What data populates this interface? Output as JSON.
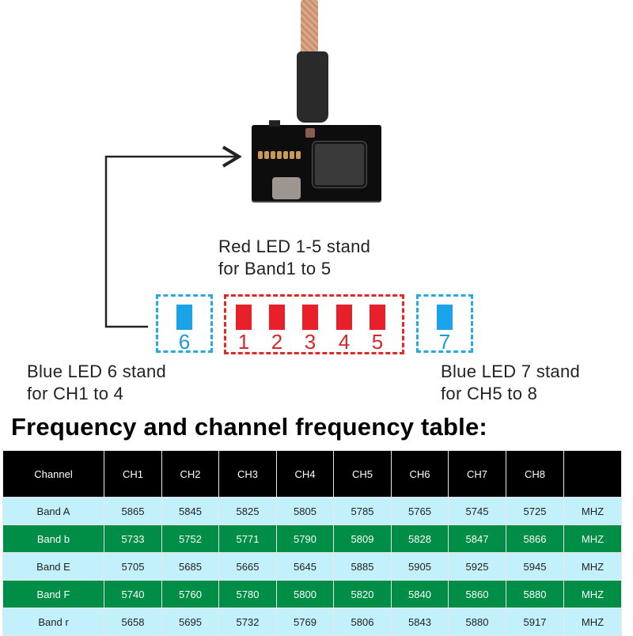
{
  "image": {
    "device": "FPV video transmitter module with antenna cable"
  },
  "colors": {
    "red_led": "#e8202a",
    "blue_led": "#1aa3e8",
    "table_header_bg": "#000000",
    "table_light_row": "#c2f0fb",
    "table_green_row": "#008d45"
  },
  "labels": {
    "red_leds": [
      "Red LED 1-5 stand",
      "for Band1 to 5"
    ],
    "blue_led6": [
      "Blue LED 6 stand",
      "for CH1 to 4"
    ],
    "blue_led7": [
      "Blue LED 7 stand",
      "for CH5 to 8"
    ]
  },
  "leds": {
    "blue_left": {
      "number": "6",
      "color": "blue"
    },
    "red": [
      {
        "number": "1"
      },
      {
        "number": "2"
      },
      {
        "number": "3"
      },
      {
        "number": "4"
      },
      {
        "number": "5"
      }
    ],
    "blue_right": {
      "number": "7",
      "color": "blue"
    }
  },
  "title": "Frequency and channel frequency table:",
  "table": {
    "headers": [
      "Channel",
      "CH1",
      "CH2",
      "CH3",
      "CH4",
      "CH5",
      "CH6",
      "CH7",
      "CH8",
      ""
    ],
    "rows": [
      {
        "style": "light",
        "cells": [
          "Band A",
          "5865",
          "5845",
          "5825",
          "5805",
          "5785",
          "5765",
          "5745",
          "5725",
          "MHZ"
        ]
      },
      {
        "style": "green",
        "cells": [
          "Band b",
          "5733",
          "5752",
          "5771",
          "5790",
          "5809",
          "5828",
          "5847",
          "5866",
          "MHZ"
        ]
      },
      {
        "style": "light",
        "cells": [
          "Band E",
          "5705",
          "5685",
          "5665",
          "5645",
          "5885",
          "5905",
          "5925",
          "5945",
          "MHZ"
        ]
      },
      {
        "style": "green",
        "cells": [
          "Band F",
          "5740",
          "5760",
          "5780",
          "5800",
          "5820",
          "5840",
          "5860",
          "5880",
          "MHZ"
        ]
      },
      {
        "style": "light",
        "cells": [
          "Band r",
          "5658",
          "5695",
          "5732",
          "5769",
          "5806",
          "5843",
          "5880",
          "5917",
          "MHZ"
        ]
      }
    ]
  }
}
